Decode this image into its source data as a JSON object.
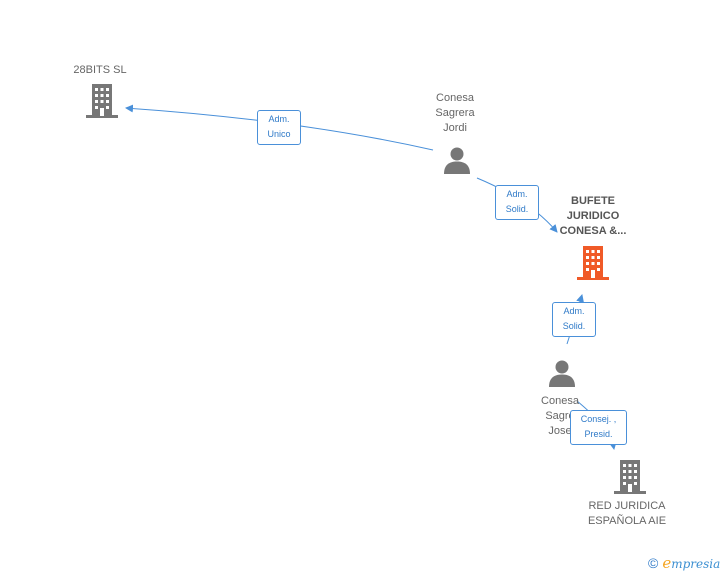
{
  "nodes": {
    "bits28": {
      "name": "28BITS SL",
      "type": "company",
      "icon": "building-icon",
      "color": "#777777"
    },
    "jordi": {
      "name_lines": [
        "Conesa",
        "Sagrera",
        "Jordi"
      ],
      "type": "person",
      "icon": "person-icon",
      "color": "#777777"
    },
    "bufete": {
      "name_lines": [
        "BUFETE",
        "JURIDICO",
        "CONESA &..."
      ],
      "type": "company",
      "icon": "building-icon",
      "color": "#f05a28",
      "focus": true
    },
    "jose": {
      "name_lines": [
        "Conesa",
        "Sagre",
        "Jose"
      ],
      "type": "person",
      "icon": "person-icon",
      "color": "#777777"
    },
    "red": {
      "name_lines": [
        "RED JURIDICA",
        "ESPAÑOLA AIE"
      ],
      "type": "company",
      "icon": "building-icon",
      "color": "#777777"
    }
  },
  "edges": [
    {
      "from": "jordi",
      "to": "bits28",
      "label_lines": [
        "Adm.",
        "Unico"
      ]
    },
    {
      "from": "jordi",
      "to": "bufete",
      "label_lines": [
        "Adm.",
        "Solid."
      ]
    },
    {
      "from": "jose",
      "to": "bufete",
      "label_lines": [
        "Adm.",
        "Solid."
      ]
    },
    {
      "from": "jose",
      "to": "red",
      "label_lines": [
        "Consej. ,",
        "Presid."
      ]
    }
  ],
  "footer": {
    "copyright_symbol": "©",
    "brand_first_letter": "e",
    "brand_rest": "mpresia"
  },
  "colors": {
    "edge": "#4a90d9",
    "edge_label_text": "#2f7ac8",
    "focus_company": "#f05a28",
    "neutral_icon": "#777777"
  }
}
